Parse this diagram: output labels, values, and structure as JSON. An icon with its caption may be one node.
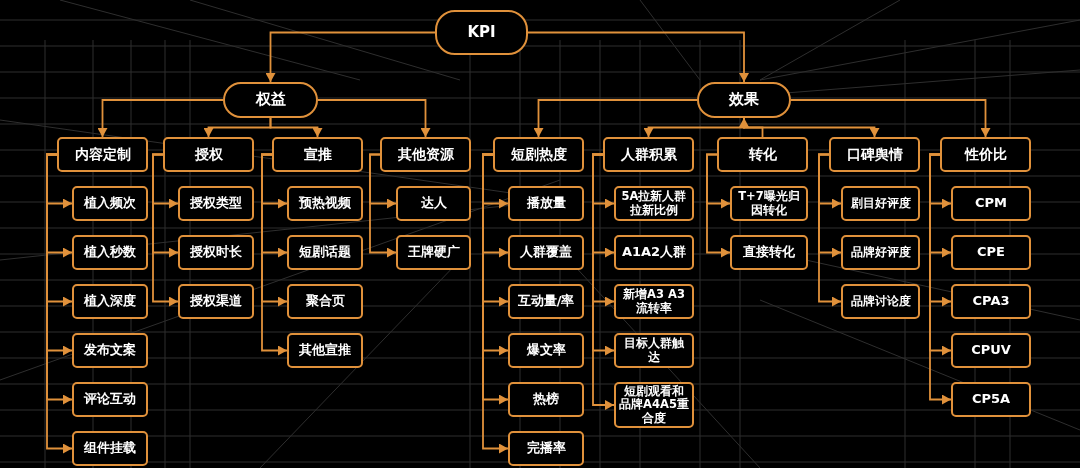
{
  "diagram": {
    "nodes": [
      {
        "text": [
          "KPI"
        ]
      },
      {
        "text": [
          "权益"
        ]
      },
      {
        "text": [
          "效果"
        ]
      },
      {
        "text": [
          "内容定制"
        ]
      },
      {
        "text": [
          "授权"
        ]
      },
      {
        "text": [
          "宣推"
        ]
      },
      {
        "text": [
          "其他资源"
        ]
      },
      {
        "text": [
          "短剧热度"
        ]
      },
      {
        "text": [
          "人群积累"
        ]
      },
      {
        "text": [
          "转化"
        ]
      },
      {
        "text": [
          "口碑舆情"
        ]
      },
      {
        "text": [
          "性价比"
        ]
      },
      {
        "text": [
          "植入频次"
        ]
      },
      {
        "text": [
          "植入秒数"
        ]
      },
      {
        "text": [
          "植入深度"
        ]
      },
      {
        "text": [
          "发布文案"
        ]
      },
      {
        "text": [
          "评论互动"
        ]
      },
      {
        "text": [
          "组件挂载"
        ]
      },
      {
        "text": [
          "授权类型"
        ]
      },
      {
        "text": [
          "授权时长"
        ]
      },
      {
        "text": [
          "授权渠道"
        ]
      },
      {
        "text": [
          "预热视频"
        ]
      },
      {
        "text": [
          "短剧话题"
        ]
      },
      {
        "text": [
          "聚合页"
        ]
      },
      {
        "text": [
          "其他宣推"
        ]
      },
      {
        "text": [
          "达人"
        ]
      },
      {
        "text": [
          "王牌硬广"
        ]
      },
      {
        "text": [
          "播放量"
        ]
      },
      {
        "text": [
          "人群覆盖"
        ]
      },
      {
        "text": [
          "互动量/率"
        ]
      },
      {
        "text": [
          "爆文率"
        ]
      },
      {
        "text": [
          "热榜"
        ]
      },
      {
        "text": [
          "完播率"
        ]
      },
      {
        "text": [
          "5A拉新人群拉新比例"
        ]
      },
      {
        "text": [
          "A1A2人群"
        ]
      },
      {
        "text": [
          "新增A3 A3流转率"
        ]
      },
      {
        "text": [
          "目标人群触达"
        ]
      },
      {
        "text": [
          "短剧观看和品牌A4A5重合度"
        ]
      },
      {
        "text": [
          "T+7曝光归因转化"
        ]
      },
      {
        "text": [
          "直接转化"
        ]
      },
      {
        "text": [
          "剧目好评度"
        ]
      },
      {
        "text": [
          "品牌好评度"
        ]
      },
      {
        "text": [
          "品牌讨论度"
        ]
      },
      {
        "text": [
          "CPM"
        ]
      },
      {
        "text": [
          "CPE"
        ]
      },
      {
        "text": [
          "CPA3"
        ]
      },
      {
        "text": [
          "CPUV"
        ]
      },
      {
        "text": [
          "CP5A"
        ]
      }
    ],
    "edges": [
      {
        "from": 0,
        "to": 1,
        "arrow": "to"
      },
      {
        "from": 0,
        "to": 2,
        "arrow": "to"
      },
      {
        "from": 1,
        "to": 3,
        "arrow": "to"
      },
      {
        "from": 1,
        "to": 4,
        "arrow": "to"
      },
      {
        "from": 1,
        "to": 5,
        "arrow": "to"
      },
      {
        "from": 1,
        "to": 6,
        "arrow": "to"
      },
      {
        "from": 2,
        "to": 7,
        "arrow": "to"
      },
      {
        "from": 2,
        "to": 8,
        "arrow": "to"
      },
      {
        "from": 9,
        "to": 2,
        "arrow": "to"
      },
      {
        "from": 2,
        "to": 10,
        "arrow": "to"
      },
      {
        "from": 2,
        "to": 11,
        "arrow": "to"
      },
      {
        "from": 3,
        "to": 12,
        "arrow": "to"
      },
      {
        "from": 3,
        "to": 13,
        "arrow": "to"
      },
      {
        "from": 3,
        "to": 14,
        "arrow": "to"
      },
      {
        "from": 3,
        "to": 15,
        "arrow": "to"
      },
      {
        "from": 3,
        "to": 16,
        "arrow": "to"
      },
      {
        "from": 3,
        "to": 17,
        "arrow": "to"
      },
      {
        "from": 4,
        "to": 18,
        "arrow": "to"
      },
      {
        "from": 4,
        "to": 19,
        "arrow": "to"
      },
      {
        "from": 4,
        "to": 20,
        "arrow": "to"
      },
      {
        "from": 5,
        "to": 21,
        "arrow": "to"
      },
      {
        "from": 5,
        "to": 22,
        "arrow": "to"
      },
      {
        "from": 5,
        "to": 23,
        "arrow": "to"
      },
      {
        "from": 5,
        "to": 24,
        "arrow": "to"
      },
      {
        "from": 6,
        "to": 25,
        "arrow": "to"
      },
      {
        "from": 6,
        "to": 26,
        "arrow": "to"
      },
      {
        "from": 7,
        "to": 27,
        "arrow": "to"
      },
      {
        "from": 7,
        "to": 28,
        "arrow": "to"
      },
      {
        "from": 7,
        "to": 29,
        "arrow": "to"
      },
      {
        "from": 7,
        "to": 30,
        "arrow": "to"
      },
      {
        "from": 7,
        "to": 31,
        "arrow": "to"
      },
      {
        "from": 7,
        "to": 32,
        "arrow": "to"
      },
      {
        "from": 8,
        "to": 33,
        "arrow": "to"
      },
      {
        "from": 8,
        "to": 34,
        "arrow": "to"
      },
      {
        "from": 8,
        "to": 35,
        "arrow": "to"
      },
      {
        "from": 8,
        "to": 36,
        "arrow": "to"
      },
      {
        "from": 8,
        "to": 37,
        "arrow": "to"
      },
      {
        "from": 9,
        "to": 38,
        "arrow": "to"
      },
      {
        "from": 9,
        "to": 39,
        "arrow": "to"
      },
      {
        "from": 10,
        "to": 40,
        "arrow": "to"
      },
      {
        "from": 10,
        "to": 41,
        "arrow": "to"
      },
      {
        "from": 10,
        "to": 42,
        "arrow": "to"
      },
      {
        "from": 11,
        "to": 43,
        "arrow": "to"
      },
      {
        "from": 11,
        "to": 44,
        "arrow": "to"
      },
      {
        "from": 11,
        "to": 45,
        "arrow": "to"
      },
      {
        "from": 11,
        "to": 46,
        "arrow": "to"
      },
      {
        "from": 11,
        "to": 47,
        "arrow": "to"
      }
    ]
  }
}
